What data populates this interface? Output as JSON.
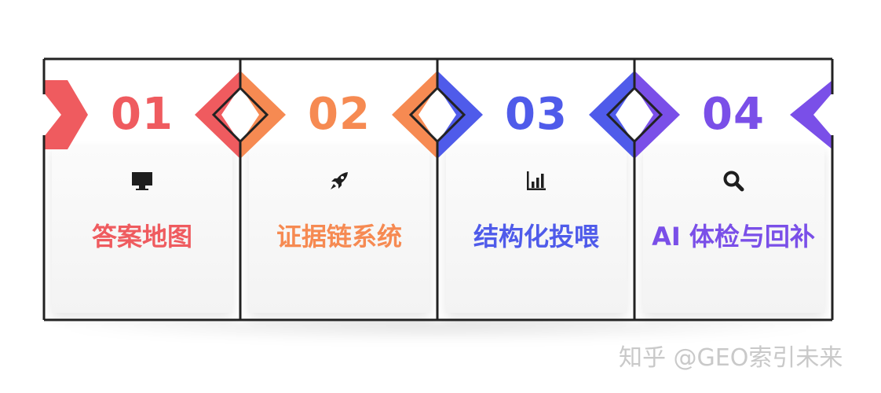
{
  "steps": [
    {
      "number": "01",
      "title": "答案地图",
      "icon": "monitor-icon",
      "color": "#ef5b5f"
    },
    {
      "number": "02",
      "title": "证据链系统",
      "icon": "rocket-icon",
      "color": "#f68a52"
    },
    {
      "number": "03",
      "title": "结构化投喂",
      "icon": "bar-chart-icon",
      "color": "#4f5bea"
    },
    {
      "number": "04",
      "title": "AI 体检与回补",
      "icon": "search-icon",
      "color": "#7a4fe8"
    }
  ],
  "watermark": "知乎 @GEO索引未来"
}
